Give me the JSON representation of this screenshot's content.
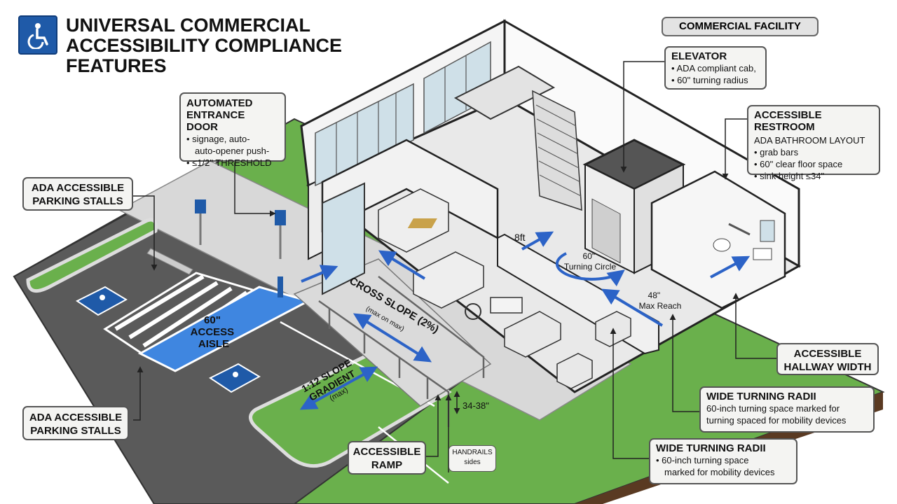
{
  "title": {
    "line1": "UNIVERSAL COMMERCIAL",
    "line2": "ACCESSIBILITY COMPLIANCE",
    "line3": "FEATURES"
  },
  "facility_label": "COMMERCIAL FACILITY",
  "callouts": {
    "entrance_door": {
      "heading1": "AUTOMATED",
      "heading2": "ENTRANCE DOOR",
      "bullet1": "• signage, auto-",
      "bullet1b": "auto-opener push-",
      "bullet2": "• ≤1/2\" THRESHOLD"
    },
    "parking_top": {
      "line1": "ADA ACCESSIBLE",
      "line2": "PARKING STALLS"
    },
    "parking_bottom": {
      "line1": "ADA ACCESSIBLE",
      "line2": "PARKING STALLS"
    },
    "elevator": {
      "heading": "ELEVATOR",
      "bullet1": "• ADA compliant cab,",
      "bullet2": "• 60\" turning radius"
    },
    "restroom": {
      "heading": "ACCESSIBLE RESTROOM",
      "sub": "ADA BATHROOM LAYOUT",
      "bullet1": "• grab bars",
      "bullet2": "• 60\" clear floor space",
      "bullet3": "• sink height ≤34\""
    },
    "hallway": {
      "line1": "ACCESSIBLE",
      "line2": "HALLWAY WIDTH"
    },
    "turning_1": {
      "heading": "WIDE TURNING RADII",
      "line1": "60-inch turning space marked for",
      "line2": "turning spaced for mobility devices"
    },
    "turning_2": {
      "heading": "WIDE TURNING RADII",
      "line1": "• 60-inch turning space",
      "line2": "marked for mobility devices"
    },
    "ramp": {
      "line1": "ACCESSIBLE",
      "line2": "RAMP"
    },
    "handrails": {
      "line1": "HANDRAILS",
      "line2": "sides"
    }
  },
  "scene_labels": {
    "access_aisle_1": "60\"",
    "access_aisle_2": "ACCESS",
    "access_aisle_3": "AISLE",
    "cross_slope": "CROSS SLOPE (2%)",
    "cross_slope_sub": "(max on max)",
    "slope_1": "1:12 SLOPE",
    "slope_2": "GRADIENT",
    "slope_3": "(max)",
    "height": "34-38\"",
    "eight_ft": "8ft",
    "turning_circle_1": "60\"",
    "turning_circle_2": "Turning Circle",
    "max_reach_1": "48\"",
    "max_reach_2": "Max Reach"
  },
  "colors": {
    "ada_blue": "#1f5aa8",
    "access_aisle": "#3f86e0",
    "grass": "#6ab04c",
    "asphalt": "#5a5a5a",
    "arrow_blue": "#2c63c7"
  }
}
